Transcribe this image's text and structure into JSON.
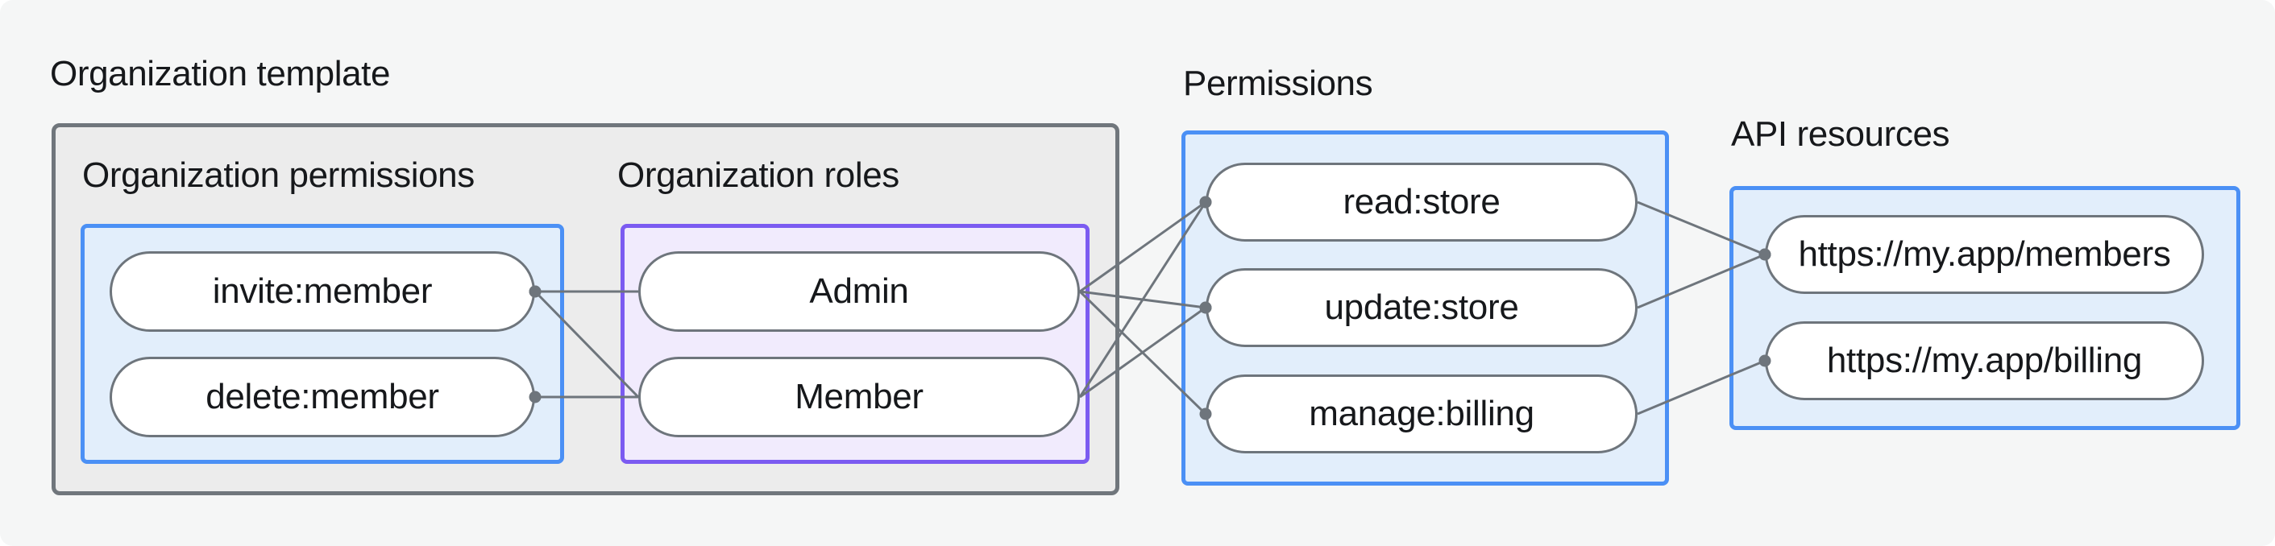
{
  "colors": {
    "page_bg": "#ffffff",
    "canvas_bg": "#f5f6f6",
    "text": "#16181b",
    "line": "#6e757c",
    "pill_border": "#6e757c",
    "pill_fill": "#ffffff",
    "gray_box_fill": "#ececec",
    "gray_box_border": "#70767c",
    "blue_box_fill": "#e2eefb",
    "blue_box_border": "#4b90f5",
    "purple_box_fill": "#f1ebfd",
    "purple_box_border": "#7b5bf1"
  },
  "org_template": {
    "label": "Organization template",
    "org_permissions": {
      "label": "Organization permissions",
      "nodes": [
        {
          "id": "invite-member",
          "label": "invite:member"
        },
        {
          "id": "delete-member",
          "label": "delete:member"
        }
      ]
    },
    "org_roles": {
      "label": "Organization roles",
      "nodes": [
        {
          "id": "admin",
          "label": "Admin"
        },
        {
          "id": "member",
          "label": "Member"
        }
      ]
    }
  },
  "permissions": {
    "label": "Permissions",
    "nodes": [
      {
        "id": "read-store",
        "label": "read:store"
      },
      {
        "id": "update-store",
        "label": "update:store"
      },
      {
        "id": "manage-billing",
        "label": "manage:billing"
      }
    ]
  },
  "api_resources": {
    "label": "API resources",
    "nodes": [
      {
        "id": "api-members",
        "label": "https://my.app/members"
      },
      {
        "id": "api-billing",
        "label": "https://my.app/billing"
      }
    ]
  },
  "edges": [
    {
      "from": "invite-member",
      "to": "admin",
      "dot": "from"
    },
    {
      "from": "invite-member",
      "to": "member",
      "dot": "from"
    },
    {
      "from": "delete-member",
      "to": "member",
      "dot": "from"
    },
    {
      "from": "admin",
      "to": "read-store",
      "dot": "to"
    },
    {
      "from": "admin",
      "to": "update-store",
      "dot": "to"
    },
    {
      "from": "admin",
      "to": "manage-billing",
      "dot": "to"
    },
    {
      "from": "member",
      "to": "read-store",
      "dot": "to"
    },
    {
      "from": "member",
      "to": "update-store",
      "dot": "to"
    },
    {
      "from": "read-store",
      "to": "api-members",
      "dot": "to"
    },
    {
      "from": "update-store",
      "to": "api-members",
      "dot": "to"
    },
    {
      "from": "manage-billing",
      "to": "api-billing",
      "dot": "to"
    }
  ],
  "edge_style": {
    "line_width": 3,
    "dot_radius": 7.5
  }
}
